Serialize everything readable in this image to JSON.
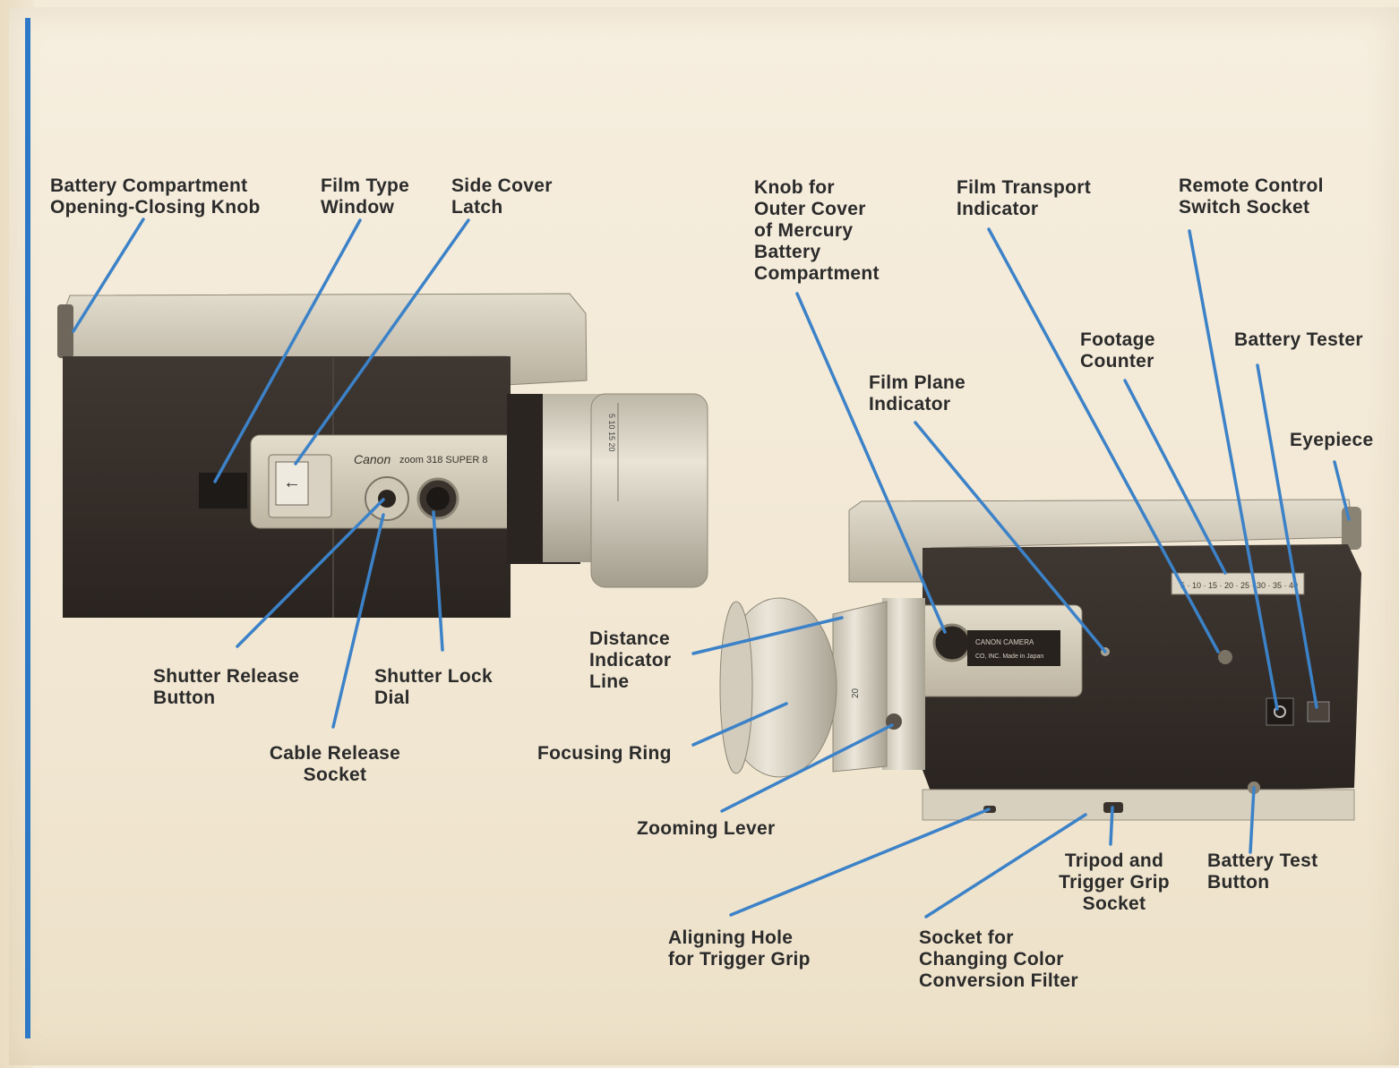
{
  "colors": {
    "leader": "#3c82c8",
    "paper": "#f2e8d4",
    "body_dark": "#3a322d",
    "metal": "#d8d0bf"
  },
  "camera_left": {
    "brand_text": "Canon",
    "model_text": "zoom 318 SUPER 8"
  },
  "camera_right": {
    "plate_line1": "CANON CAMERA",
    "plate_line2": "CO, INC. Made in Japan"
  },
  "labels": {
    "battery_compartment_knob": "Battery Compartment\nOpening-Closing Knob",
    "film_type_window": "Film Type\nWindow",
    "side_cover_latch": "Side Cover\nLatch",
    "shutter_release_button": "Shutter Release\nButton",
    "shutter_lock_dial": "Shutter Lock\nDial",
    "cable_release_socket": "Cable Release\nSocket",
    "knob_outer_cover": "Knob for\nOuter Cover\nof Mercury\nBattery\nCompartment",
    "film_transport_indicator": "Film Transport\nIndicator",
    "remote_control_socket": "Remote Control\nSwitch Socket",
    "footage_counter": "Footage\nCounter",
    "battery_tester": "Battery Tester",
    "film_plane_indicator": "Film Plane\nIndicator",
    "eyepiece": "Eyepiece",
    "distance_indicator_line": "Distance\nIndicator\nLine",
    "focusing_ring": "Focusing Ring",
    "zooming_lever": "Zooming Lever",
    "tripod_socket": "Tripod and\nTrigger Grip\nSocket",
    "battery_test_button": "Battery Test\nButton",
    "aligning_hole": "Aligning Hole\nfor Trigger Grip",
    "color_filter_socket": "Socket for\nChanging Color\nConversion Filter"
  }
}
